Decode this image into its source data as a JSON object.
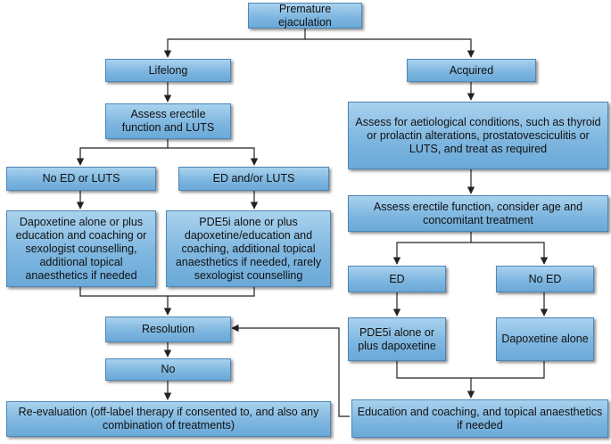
{
  "nodes": {
    "premature": "Premature ejaculation",
    "lifelong": "Lifelong",
    "acquired": "Acquired",
    "assess_erectile_luts": "Assess erectile function and LUTS",
    "assess_aetiological": "Assess for aetiological conditions, such as thyroid or prolactin alterations, prostatovesciculitis or LUTS, and treat as required",
    "no_ed_luts": "No ED or LUTS",
    "ed_and_luts": "ED and/or LUTS",
    "dapox_alone_plus": "Dapoxetine alone or plus education and coaching or sexologist counselling, additional topical anaesthetics if needed",
    "pde5i_alone_plus": "PDE5i alone or plus dapoxetine/education and coaching, additional topical anaesthetics if needed, rarely sexologist counselling",
    "assess_age": "Assess erectile function, consider age and concomitant treatment",
    "ed": "ED",
    "no_ed": "No ED",
    "resolution": "Resolution",
    "pde5i_dapox": "PDE5i alone or plus dapoxetine",
    "dapox_alone": "Dapoxetine alone",
    "no": "No",
    "reevaluation": "Re-evaluation (off-label therapy if consented to, and also any combination of treatments)",
    "education": "Education and coaching, and topical anaesthetics if needed"
  },
  "colors": {
    "box_fill": "#82b9e1",
    "box_border": "#4f86b8",
    "line": "#222222"
  }
}
